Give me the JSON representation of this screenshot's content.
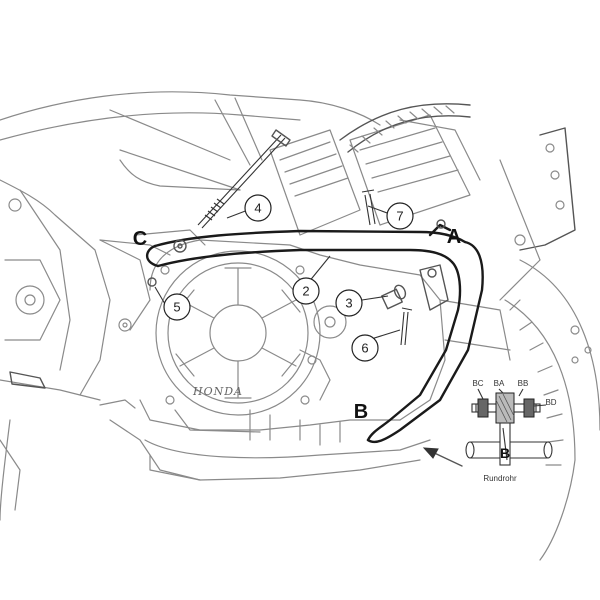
{
  "diagram": {
    "brand_text": "HONDA",
    "callouts": [
      {
        "id": "c4",
        "label": "4"
      },
      {
        "id": "c7",
        "label": "7"
      },
      {
        "id": "c2",
        "label": "2"
      },
      {
        "id": "c3",
        "label": "3"
      },
      {
        "id": "c5",
        "label": "5"
      },
      {
        "id": "c6",
        "label": "6"
      }
    ],
    "mount_points": [
      {
        "id": "A",
        "label": "A"
      },
      {
        "id": "B",
        "label": "B"
      },
      {
        "id": "C",
        "label": "C"
      }
    ],
    "detail": {
      "labels": [
        "BC",
        "BA",
        "BB",
        "BD"
      ],
      "letter": "B",
      "caption": "Rundrohr"
    }
  }
}
